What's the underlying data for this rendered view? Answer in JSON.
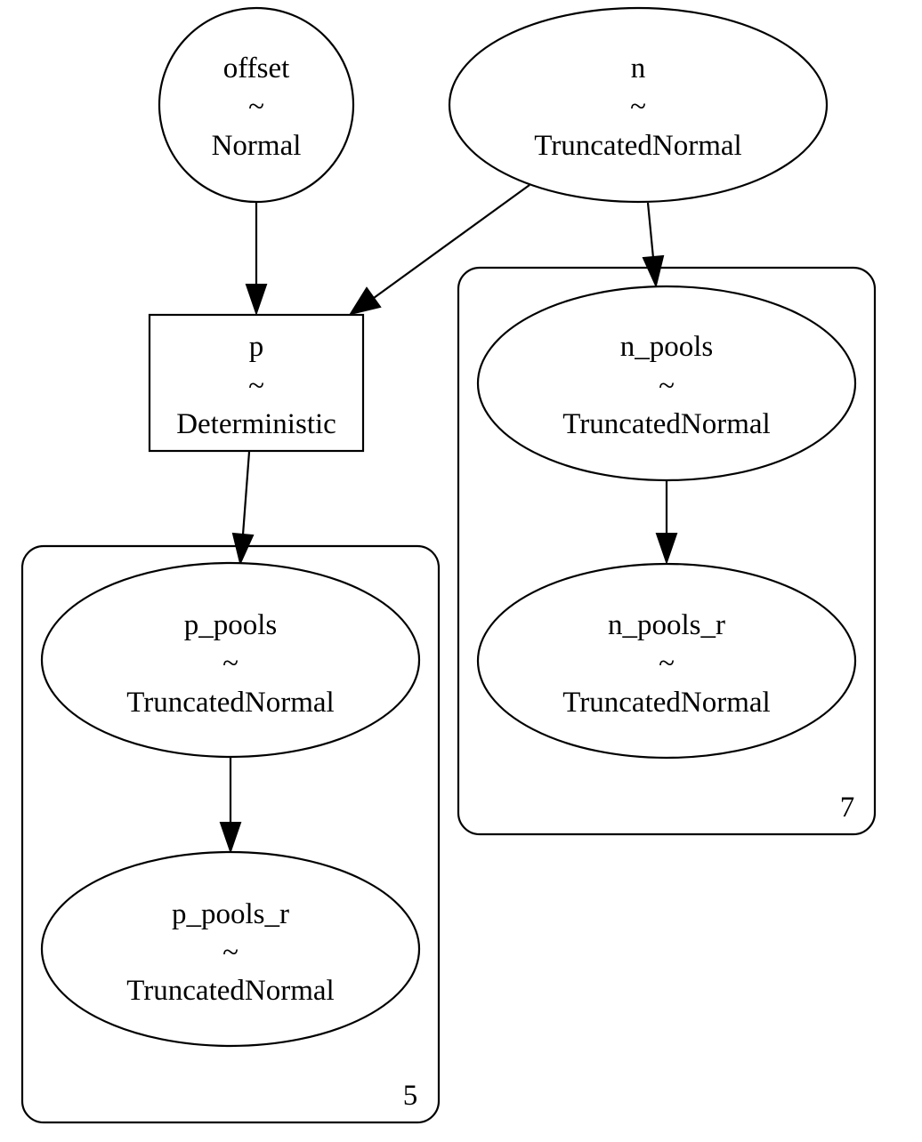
{
  "nodes": {
    "offset": {
      "name": "offset",
      "tilde": "~",
      "dist": "Normal"
    },
    "n": {
      "name": "n",
      "tilde": "~",
      "dist": "TruncatedNormal"
    },
    "p": {
      "name": "p",
      "tilde": "~",
      "dist": "Deterministic"
    },
    "n_pools": {
      "name": "n_pools",
      "tilde": "~",
      "dist": "TruncatedNormal"
    },
    "n_pools_r": {
      "name": "n_pools_r",
      "tilde": "~",
      "dist": "TruncatedNormal"
    },
    "p_pools": {
      "name": "p_pools",
      "tilde": "~",
      "dist": "TruncatedNormal"
    },
    "p_pools_r": {
      "name": "p_pools_r",
      "tilde": "~",
      "dist": "TruncatedNormal"
    }
  },
  "plates": {
    "n_plate": {
      "size": "7"
    },
    "p_plate": {
      "size": "5"
    }
  },
  "edges": [
    {
      "from": "offset",
      "to": "p"
    },
    {
      "from": "n",
      "to": "p"
    },
    {
      "from": "n",
      "to": "n_pools"
    },
    {
      "from": "p",
      "to": "p_pools"
    },
    {
      "from": "n_pools",
      "to": "n_pools_r"
    },
    {
      "from": "p_pools",
      "to": "p_pools_r"
    }
  ]
}
